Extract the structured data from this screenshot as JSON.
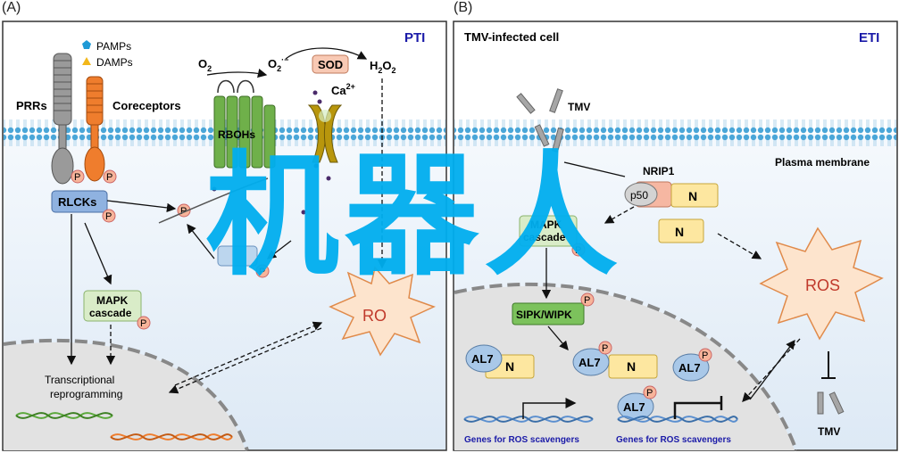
{
  "panelA": {
    "letter": "(A)",
    "title": "PTI",
    "legend": [
      "PAMPs",
      "DAMPs"
    ],
    "labels": {
      "prrs": "PRRs",
      "coreceptors": "Coreceptors",
      "o2": "O",
      "o2_sub": "2",
      "superoxide": "O",
      "superoxide_sub": "2",
      "superoxide_sup": "·−",
      "sod": "SOD",
      "h2o2": "H",
      "h2o2_sub1": "2",
      "h2o2_mid": "O",
      "h2o2_sub2": "2",
      "rbohs": "RBOHs",
      "ca": "Ca",
      "ca_sup": "2+",
      "rlcks": "RLCKs",
      "mapk1": "MAPK",
      "mapk2": "cascade",
      "trans1": "Transcriptional",
      "trans2": "reprogramming",
      "ros": "RO",
      "p": "P"
    }
  },
  "panelB": {
    "letter": "(B)",
    "title": "ETI",
    "labels": {
      "infected": "TMV-infected cell",
      "tmv": "TMV",
      "nrip1": "NRIP1",
      "p50": "p50",
      "n": "N",
      "plasma": "Plasma membrane",
      "mapk1": "MAPK",
      "mapk2": "cascade",
      "sipk": "SIPK/WIPK",
      "al7": "AL7",
      "ros": "ROS",
      "genes": "Genes for ROS scavengers",
      "tmv_bottom": "TMV",
      "p": "P"
    }
  },
  "watermark": "机器人",
  "colors": {
    "title_blue": "#1a1aa8",
    "membrane_blue": "#4aa6d8",
    "ros_fill": "#fde4cd",
    "ros_text": "#c0392b",
    "mapk_fill": "#d9ecc8",
    "sipk_fill": "#7cc25c",
    "p_fill": "#f7b49a",
    "n_fill": "#fde7a0",
    "al7_fill": "#a9c8e8",
    "watermark": "#00aeef"
  }
}
